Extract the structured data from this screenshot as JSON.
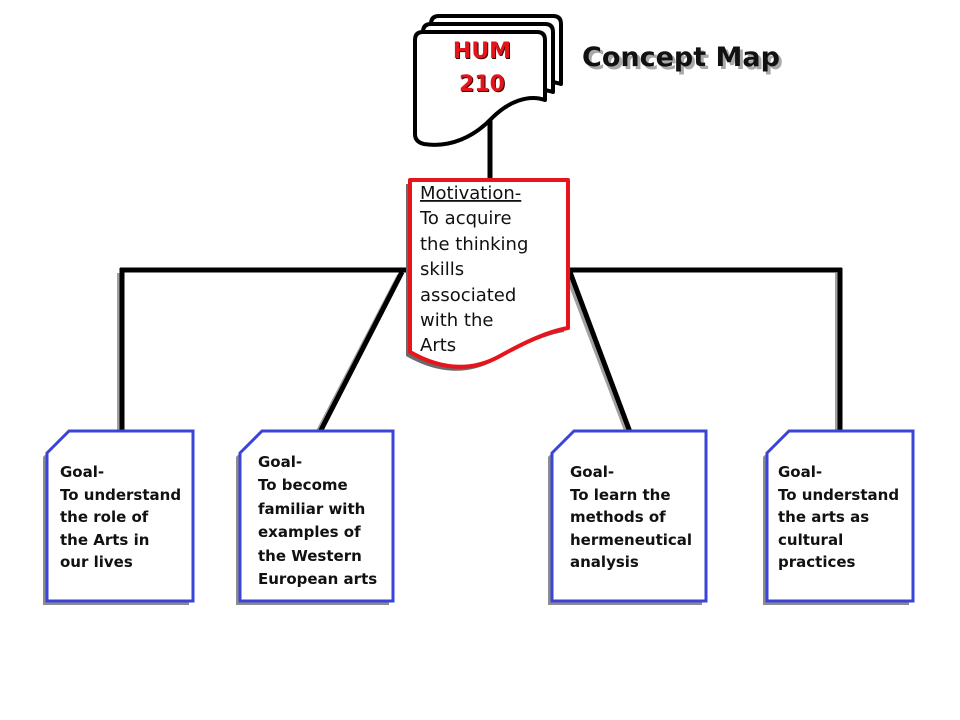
{
  "title": "Concept Map",
  "course": {
    "line1": "HUM",
    "line2": "210"
  },
  "motivation": {
    "heading": "Motivation-",
    "lines": [
      "To acquire",
      "the thinking",
      "skills",
      "associated",
      "with the",
      "Arts"
    ]
  },
  "goals": [
    {
      "heading": "Goal-",
      "lines": [
        "To understand",
        "the role of",
        "the Arts in",
        "our lives"
      ]
    },
    {
      "heading": "Goal-",
      "lines": [
        "To become",
        "familiar with",
        "examples of",
        "the Western",
        "European arts"
      ]
    },
    {
      "heading": "Goal-",
      "lines": [
        "To learn the",
        "methods of",
        "hermeneutical",
        "analysis"
      ]
    },
    {
      "heading": "Goal-",
      "lines": [
        "To understand",
        "the arts as",
        "cultural",
        "practices"
      ]
    }
  ],
  "colors": {
    "course_text": "#e4141b",
    "motivation_border": "#e8141c",
    "goal_border": "#3a44d6"
  }
}
